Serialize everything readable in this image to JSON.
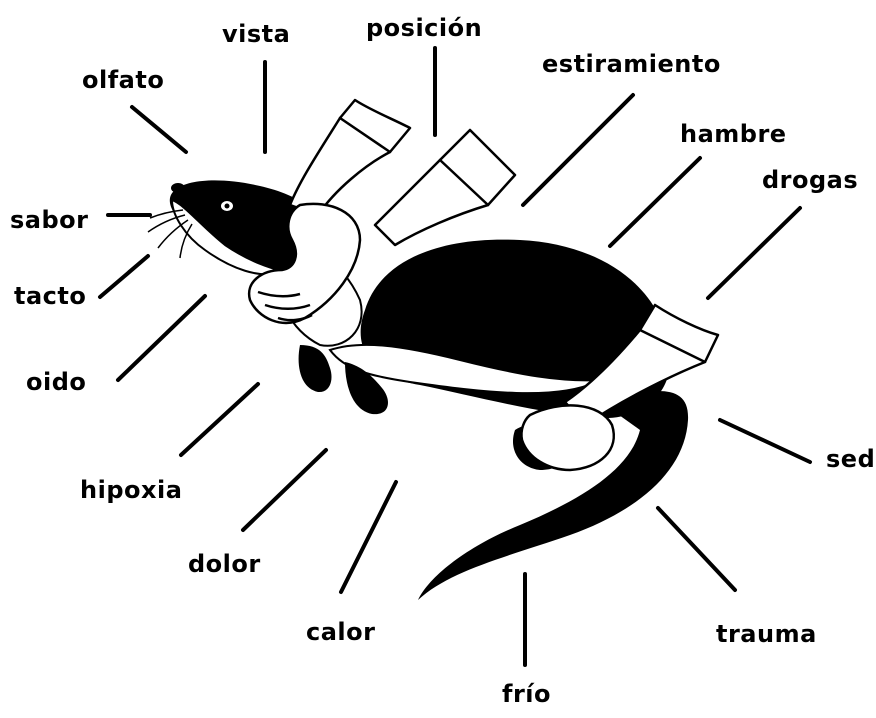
{
  "labels": {
    "olfato": "olfato",
    "vista": "vista",
    "posicion": "posición",
    "estiramiento": "estiramiento",
    "hambre": "hambre",
    "drogas": "drogas",
    "sabor": "sabor",
    "tacto": "tacto",
    "oido": "oido",
    "hipoxia": "hipoxia",
    "dolor": "dolor",
    "calor": "calor",
    "frio": "frío",
    "trauma": "trauma",
    "sed": "sed"
  },
  "colors": {
    "ink": "#000000",
    "paper": "#ffffff"
  },
  "illustration": "otter-held-by-hands"
}
